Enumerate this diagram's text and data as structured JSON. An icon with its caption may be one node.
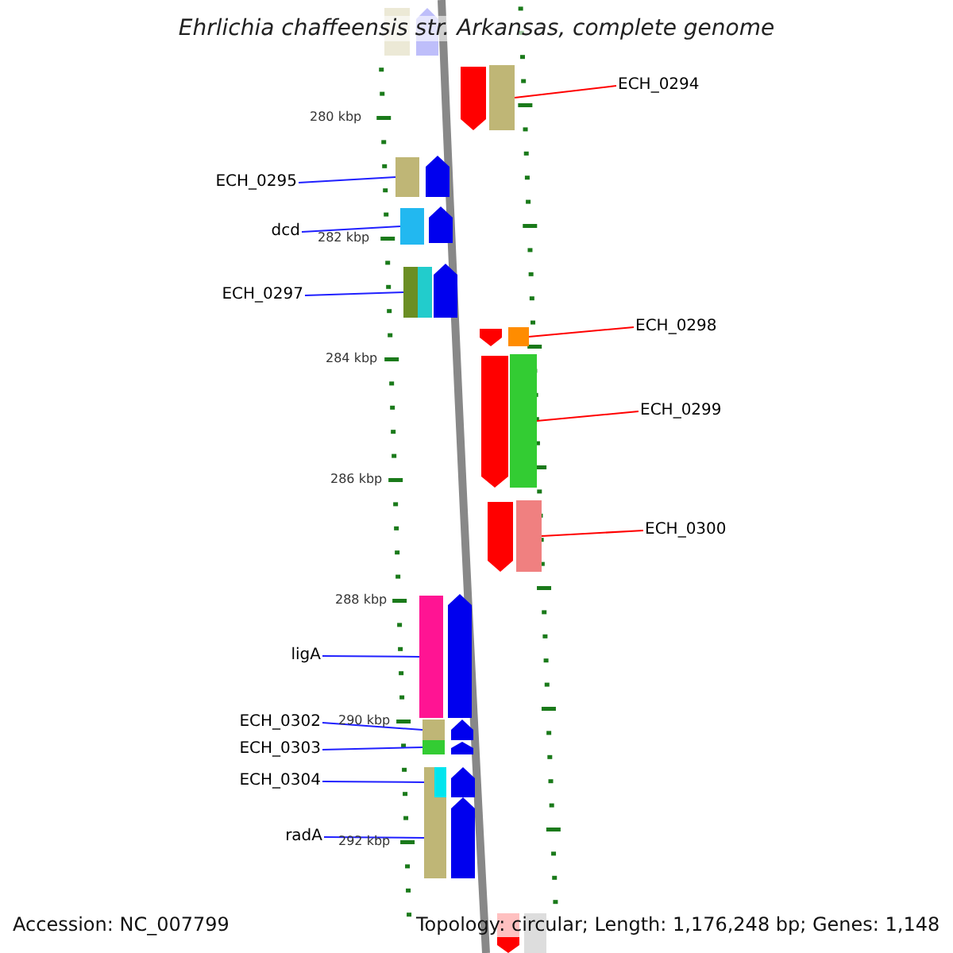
{
  "diagram": {
    "title": "Ehrlichia chaffeensis str. Arkansas, complete genome",
    "nodes": [
      {
        "text": [
          "ECH_0294"
        ]
      },
      {
        "text": [
          "ECH_0295"
        ]
      },
      {
        "text": [
          "dcd"
        ]
      },
      {
        "text": [
          "ECH_0297"
        ]
      },
      {
        "text": [
          "ECH_0298"
        ]
      },
      {
        "text": [
          "ECH_0299"
        ]
      },
      {
        "text": [
          "ECH_0300"
        ]
      },
      {
        "text": [
          "ligA"
        ]
      },
      {
        "text": [
          "ECH_0302"
        ]
      },
      {
        "text": [
          "ECH_0303"
        ]
      },
      {
        "text": [
          "ECH_0304"
        ]
      },
      {
        "text": [
          "radA"
        ]
      },
      {
        "text": [],
        "shape": "box"
      },
      {
        "text": [],
        "shape": "box"
      },
      {
        "text": [],
        "shape": "box"
      },
      {
        "text": [],
        "shape": "box"
      },
      {
        "text": [],
        "shape": "box"
      },
      {
        "text": [],
        "shape": "box"
      },
      {
        "text": [],
        "shape": "box"
      },
      {
        "text": [],
        "shape": "box"
      },
      {
        "text": [],
        "shape": "box"
      },
      {
        "text": [],
        "shape": "box"
      },
      {
        "text": [],
        "shape": "box"
      },
      {
        "text": [],
        "shape": "box"
      },
      {
        "text": [],
        "shape": "box"
      },
      {
        "text": [],
        "shape": "box"
      },
      {
        "text": [],
        "shape": "box"
      },
      {
        "text": [],
        "shape": "pentagon"
      },
      {
        "text": [],
        "shape": "pentagon"
      },
      {
        "text": [],
        "shape": "pentagon"
      },
      {
        "text": [],
        "shape": "pentagon"
      },
      {
        "text": [],
        "shape": "pentagon"
      },
      {
        "text": [],
        "shape": "pentagon"
      },
      {
        "text": [],
        "shape": "pentagon"
      },
      {
        "text": [],
        "shape": "pentagon"
      },
      {
        "text": [],
        "shape": "pentagon"
      },
      {
        "text": [],
        "shape": "pentagon"
      },
      {
        "text": [],
        "shape": "pentagon"
      },
      {
        "text": [],
        "shape": "pentagon"
      },
      {
        "text": [],
        "shape": "pentagon"
      },
      {
        "text": [],
        "shape": "pentagon"
      }
    ],
    "edges": [
      {
        "from": 0,
        "to": 12,
        "arrow": "none",
        "color": "#ff0000"
      },
      {
        "from": 1,
        "to": 13,
        "arrow": "none"
      },
      {
        "from": 2,
        "to": 14,
        "arrow": "none"
      },
      {
        "from": 3,
        "to": 15,
        "arrow": "none"
      },
      {
        "from": 4,
        "to": 16,
        "arrow": "none",
        "color": "#ff0000"
      },
      {
        "from": 5,
        "to": 17,
        "arrow": "none",
        "color": "#ff0000"
      },
      {
        "from": 6,
        "to": 18,
        "arrow": "none",
        "color": "#ff0000"
      },
      {
        "from": 7,
        "to": 19,
        "arrow": "none"
      },
      {
        "from": 8,
        "to": 20,
        "arrow": "none"
      },
      {
        "from": 9,
        "to": 21,
        "arrow": "none"
      },
      {
        "from": 10,
        "to": 22,
        "arrow": "none"
      },
      {
        "from": 11,
        "to": 23,
        "arrow": "none"
      }
    ],
    "labels": [
      "280 kbp",
      "282 kbp",
      "284 kbp",
      "286 kbp",
      "288 kbp",
      "290 kbp",
      "292 kbp",
      "Accession: NC_007799",
      "Topology: circular; Length: 1,176,248 bp; Genes: 1,148"
    ]
  }
}
